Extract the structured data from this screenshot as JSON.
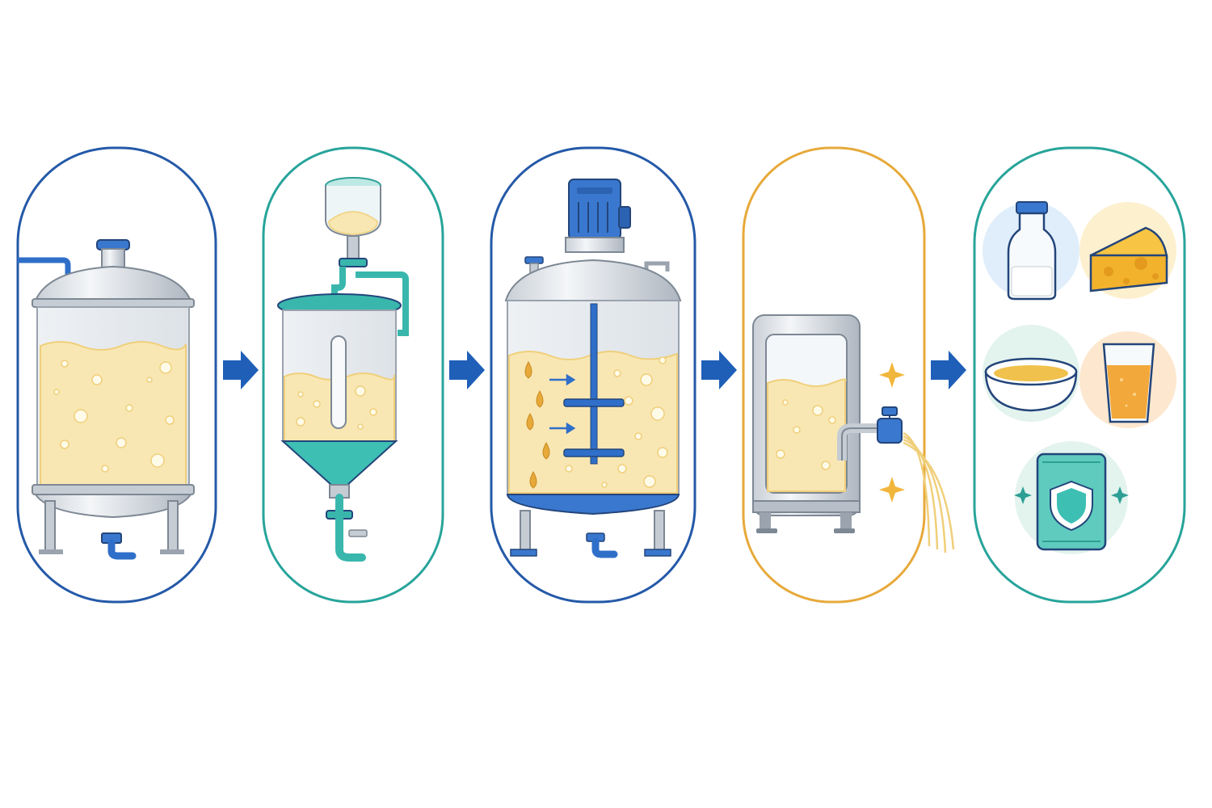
{
  "diagram": {
    "stages": [
      {
        "id": "tank",
        "icon": "storage-tank-icon",
        "border_color": "#2459a8"
      },
      {
        "id": "hopper",
        "icon": "hopper-mixing-vessel-icon",
        "border_color": "#27a49a"
      },
      {
        "id": "reactor",
        "icon": "agitated-reactor-icon",
        "border_color": "#2459a8"
      },
      {
        "id": "dispenser",
        "icon": "dispensing-tank-icon",
        "border_color": "#e7a93a"
      },
      {
        "id": "products",
        "icon": "dairy-products-icon",
        "border_color": "#27a49a"
      }
    ],
    "connectors": {
      "icon": "right-arrow-icon",
      "count": 4,
      "color": "#1f5fb8"
    },
    "products": [
      {
        "id": "milk-bottle",
        "icon": "milk-bottle-icon",
        "bg": "#dfeefa"
      },
      {
        "id": "cheese",
        "icon": "cheese-wedge-icon",
        "bg": "#fdf0cf"
      },
      {
        "id": "bowl",
        "icon": "soup-bowl-icon",
        "bg": "#e3f3ee"
      },
      {
        "id": "juice-glass",
        "icon": "juice-glass-icon",
        "bg": "#fde8cf"
      },
      {
        "id": "protective-pack",
        "icon": "shield-package-icon",
        "bg": "#e3f3ee"
      }
    ],
    "colors": {
      "liquid": "#f8e7b3",
      "liquid_edge": "#f0cf7a",
      "steel": "#dfe3e8",
      "steel_dark": "#9aa3ae",
      "teal": "#39b7ad",
      "blue": "#2f6fc9",
      "outline": "#23457a",
      "amber": "#e3a93a"
    }
  }
}
